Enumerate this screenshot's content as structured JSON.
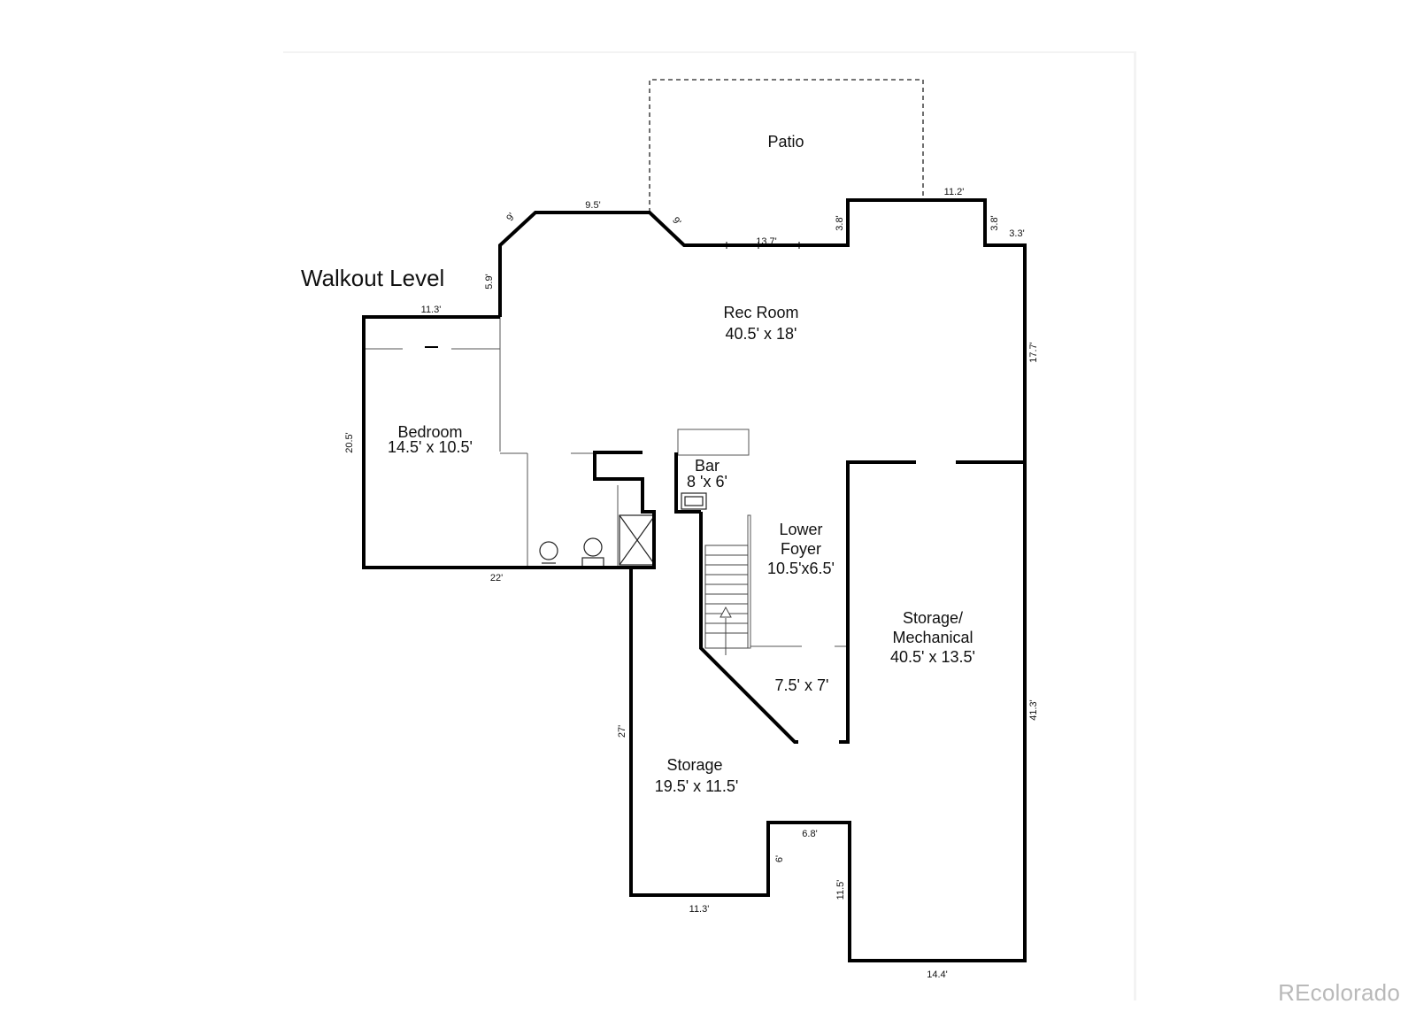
{
  "plan": {
    "level_title": "Walkout Level",
    "rooms": {
      "patio": {
        "name": "Patio"
      },
      "rec_room": {
        "name": "Rec Room",
        "size": "40.5' x 18'"
      },
      "bedroom": {
        "name": "Bedroom",
        "size": "14.5' x 10.5'"
      },
      "bar": {
        "name": "Bar",
        "size": "8 'x 6'"
      },
      "lower_foyer": {
        "name_line1": "Lower",
        "name_line2": "Foyer",
        "size": "10.5'x6.5'"
      },
      "landing": {
        "size": "7.5' x 7'"
      },
      "storage_mechanical": {
        "name_line1": "Storage/",
        "name_line2": "Mechanical",
        "size": "40.5' x 13.5'"
      },
      "storage": {
        "name": "Storage",
        "size": "19.5' x 11.5'"
      }
    },
    "dimensions": {
      "d_9_5": "9.5'",
      "d_9_a": "9'",
      "d_9_b": "9'",
      "d_13_7": "13.7'",
      "d_3_8_a": "3.8'",
      "d_11_2": "11.2'",
      "d_3_8_b": "3.8'",
      "d_3_3": "3.3'",
      "d_5_9": "5.9'",
      "d_11_3_top": "11.3'",
      "d_17_7": "17.7'",
      "d_20_5": "20.5'",
      "d_22": "22'",
      "d_41_3": "41.3'",
      "d_27": "27'",
      "d_6_8": "6.8'",
      "d_6": "6'",
      "d_11_5": "11.5'",
      "d_11_3_bottom": "11.3'",
      "d_14_4": "14.4'"
    }
  },
  "watermark": "REcolorado"
}
